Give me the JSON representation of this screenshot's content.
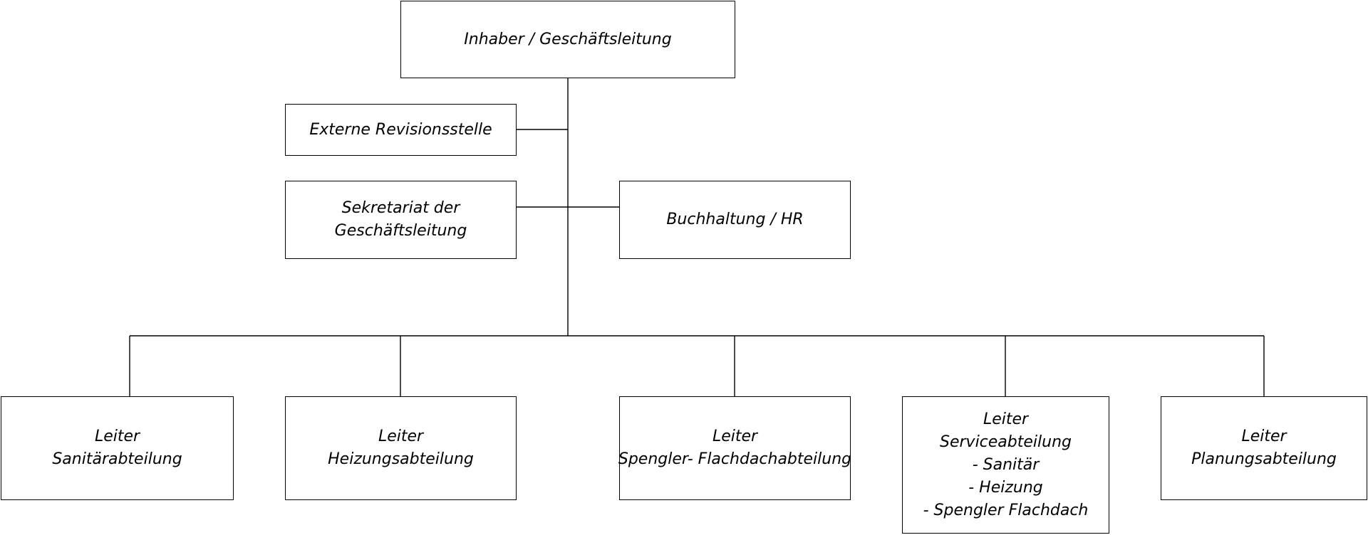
{
  "org_chart": {
    "top": {
      "lines": [
        "Inhaber / Geschäftsleitung"
      ]
    },
    "staff": {
      "externe_revision": {
        "lines": [
          "Externe Revisionsstelle"
        ]
      },
      "sekretariat": {
        "lines": [
          "Sekretariat der",
          "Geschäftsleitung"
        ]
      },
      "buchhaltung": {
        "lines": [
          "Buchhaltung / HR"
        ]
      }
    },
    "departments": {
      "sanitaer": {
        "lines": [
          "Leiter",
          "Sanitärabteilung"
        ]
      },
      "heizung": {
        "lines": [
          "Leiter",
          "Heizungsabteilung"
        ]
      },
      "spengler": {
        "lines": [
          "Leiter",
          "Spengler- Flachdachabteilung"
        ]
      },
      "service": {
        "lines": [
          "Leiter",
          "Serviceabteilung",
          "- Sanitär",
          "- Heizung",
          "- Spengler Flachdach"
        ]
      },
      "planung": {
        "lines": [
          "Leiter",
          "Planungsabteilung"
        ]
      }
    }
  }
}
